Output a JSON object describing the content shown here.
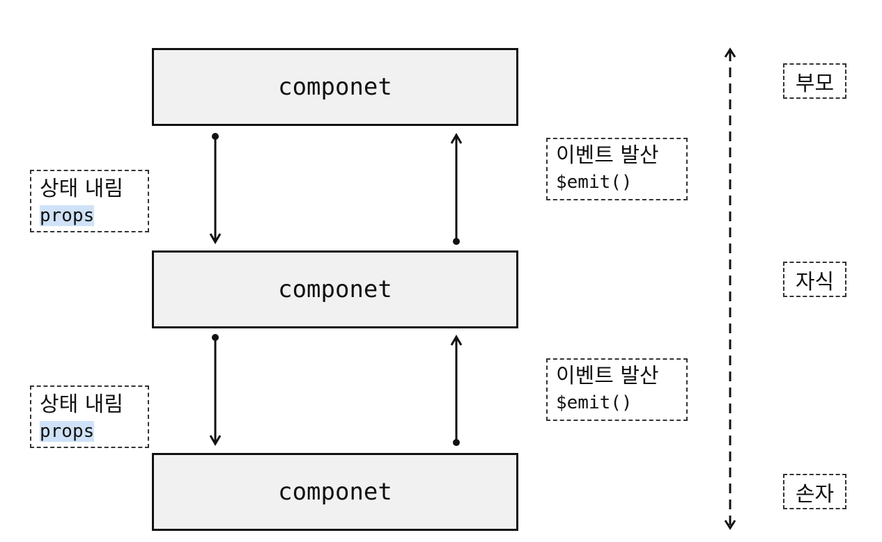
{
  "components": [
    {
      "label": "componet"
    },
    {
      "label": "componet"
    },
    {
      "label": "componet"
    }
  ],
  "props_notes": [
    {
      "title": "상태 내림",
      "code": "props"
    },
    {
      "title": "상태 내림",
      "code": "props"
    }
  ],
  "emit_notes": [
    {
      "title": "이벤트 발산",
      "code": "$emit()"
    },
    {
      "title": "이벤트 발산",
      "code": "$emit()"
    }
  ],
  "generations": [
    {
      "label": "부모"
    },
    {
      "label": "자식"
    },
    {
      "label": "손자"
    }
  ],
  "colors": {
    "box_fill": "#f1f1f1",
    "stroke": "#111111",
    "code_highlight": "#cfe2f7"
  }
}
